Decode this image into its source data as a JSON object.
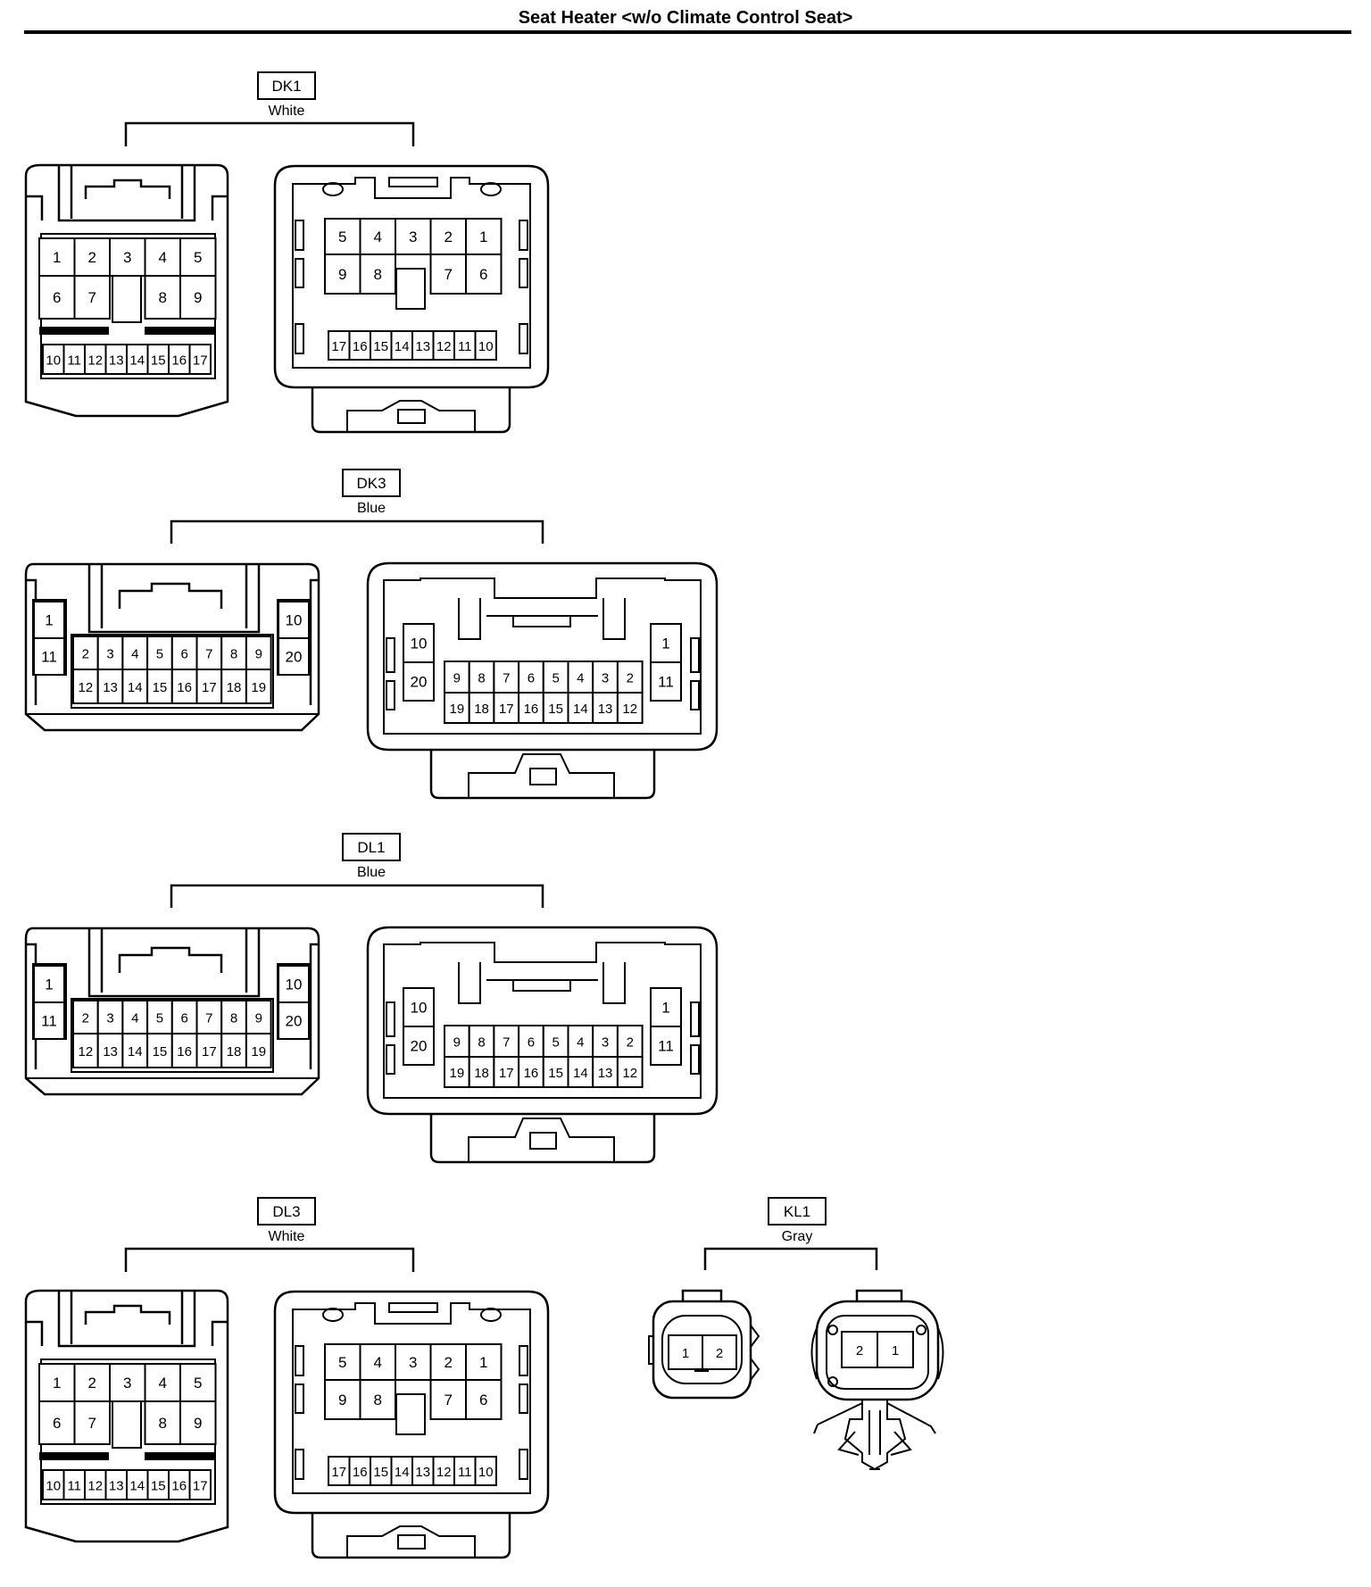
{
  "title": "Seat Heater <w/o Climate Control Seat>",
  "connectors": [
    {
      "id": "dk1",
      "code": "DK1",
      "color": "White",
      "style": "type-a",
      "male": {
        "row1": [
          "1",
          "2",
          "3",
          "4",
          "5"
        ],
        "row2": [
          "6",
          "7",
          "",
          "8",
          "9"
        ],
        "row3": [
          "10",
          "11",
          "12",
          "13",
          "14",
          "15",
          "16",
          "17"
        ]
      },
      "female": {
        "row1": [
          "5",
          "4",
          "3",
          "2",
          "1"
        ],
        "row2": [
          "9",
          "8",
          "",
          "7",
          "6"
        ],
        "row3": [
          "17",
          "16",
          "15",
          "14",
          "13",
          "12",
          "11",
          "10"
        ]
      }
    },
    {
      "id": "dk3",
      "code": "DK3",
      "color": "Blue",
      "style": "type-b",
      "male": {
        "left": [
          "1",
          "11"
        ],
        "row1": [
          "2",
          "3",
          "4",
          "5",
          "6",
          "7",
          "8",
          "9"
        ],
        "row2": [
          "12",
          "13",
          "14",
          "15",
          "16",
          "17",
          "18",
          "19"
        ],
        "right": [
          "10",
          "20"
        ]
      },
      "female": {
        "left": [
          "10",
          "20"
        ],
        "row1": [
          "9",
          "8",
          "7",
          "6",
          "5",
          "4",
          "3",
          "2"
        ],
        "row2": [
          "19",
          "18",
          "17",
          "16",
          "15",
          "14",
          "13",
          "12"
        ],
        "right": [
          "1",
          "11"
        ]
      }
    },
    {
      "id": "dl1",
      "code": "DL1",
      "color": "Blue",
      "style": "type-b",
      "male": {
        "left": [
          "1",
          "11"
        ],
        "row1": [
          "2",
          "3",
          "4",
          "5",
          "6",
          "7",
          "8",
          "9"
        ],
        "row2": [
          "12",
          "13",
          "14",
          "15",
          "16",
          "17",
          "18",
          "19"
        ],
        "right": [
          "10",
          "20"
        ]
      },
      "female": {
        "left": [
          "10",
          "20"
        ],
        "row1": [
          "9",
          "8",
          "7",
          "6",
          "5",
          "4",
          "3",
          "2"
        ],
        "row2": [
          "19",
          "18",
          "17",
          "16",
          "15",
          "14",
          "13",
          "12"
        ],
        "right": [
          "1",
          "11"
        ]
      }
    },
    {
      "id": "dl3",
      "code": "DL3",
      "color": "White",
      "style": "type-a",
      "male": {
        "row1": [
          "1",
          "2",
          "3",
          "4",
          "5"
        ],
        "row2": [
          "6",
          "7",
          "",
          "8",
          "9"
        ],
        "row3": [
          "10",
          "11",
          "12",
          "13",
          "14",
          "15",
          "16",
          "17"
        ]
      },
      "female": {
        "row1": [
          "5",
          "4",
          "3",
          "2",
          "1"
        ],
        "row2": [
          "9",
          "8",
          "",
          "7",
          "6"
        ],
        "row3": [
          "17",
          "16",
          "15",
          "14",
          "13",
          "12",
          "11",
          "10"
        ]
      }
    },
    {
      "id": "kl1",
      "code": "KL1",
      "color": "Gray",
      "style": "type-c",
      "male": {
        "pins": [
          "1",
          "2"
        ]
      },
      "female": {
        "pins": [
          "2",
          "1"
        ]
      }
    }
  ]
}
